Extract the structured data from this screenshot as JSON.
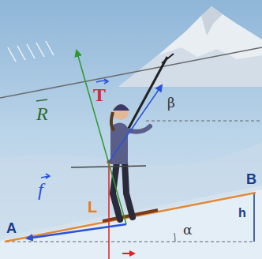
{
  "diagram": {
    "labels": [
      "A",
      "B",
      "h",
      "α",
      "β",
      "R",
      "T",
      "f",
      "L"
    ]
  }
}
